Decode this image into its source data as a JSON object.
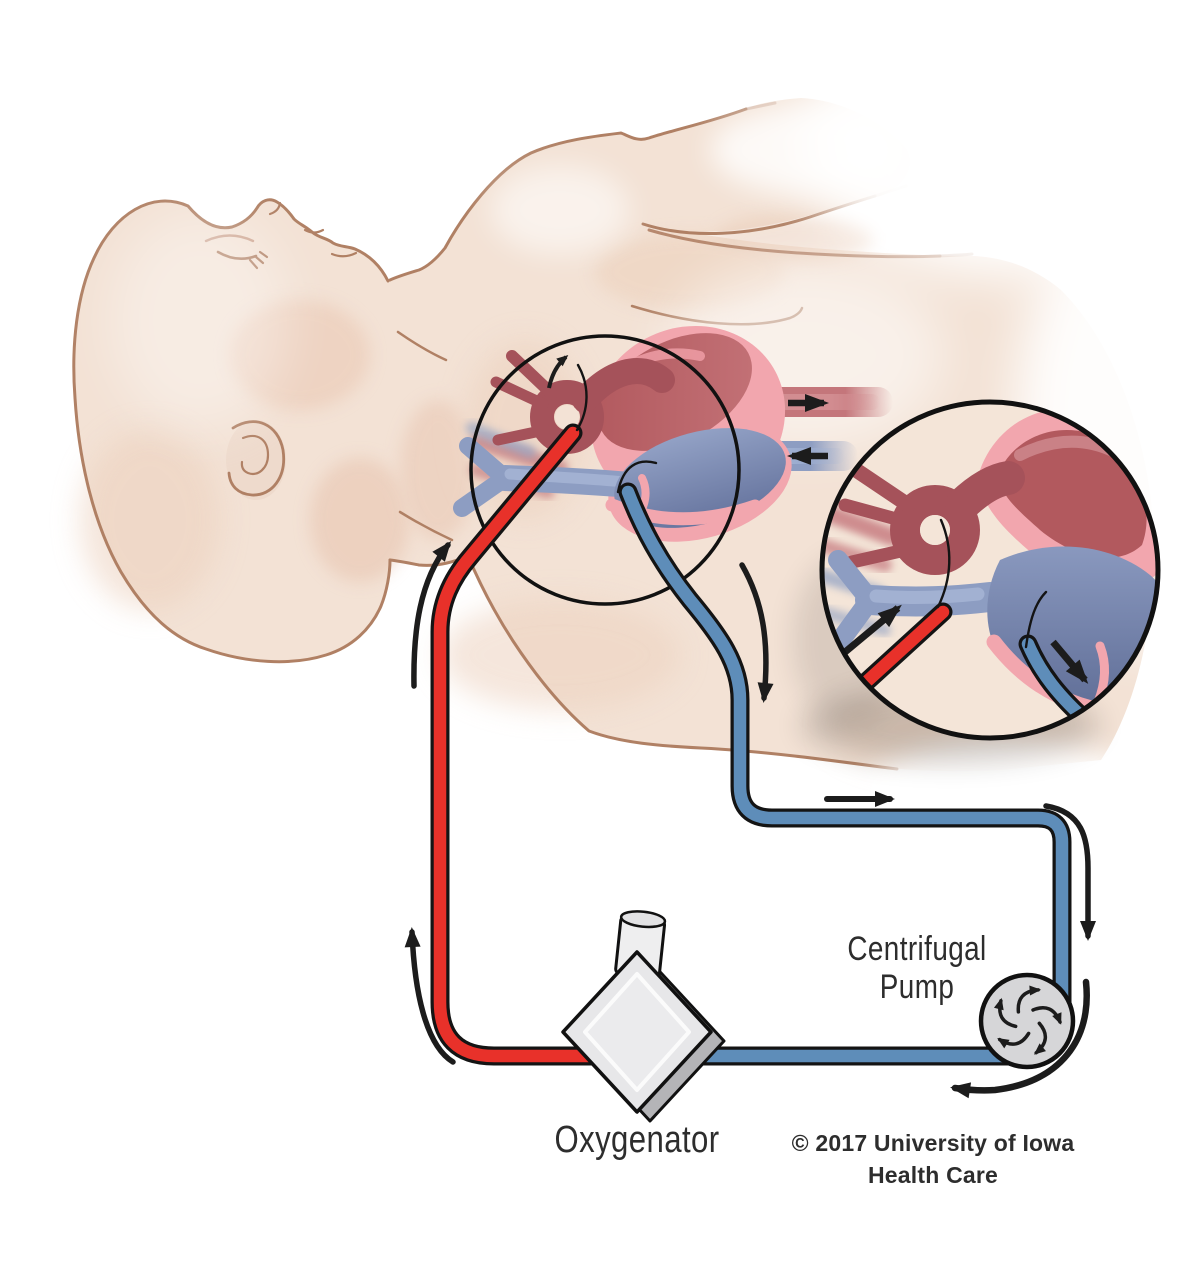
{
  "diagram": {
    "type": "medical-illustration",
    "labels": {
      "pump_line1": "Centrifugal",
      "pump_line2": "Pump",
      "oxygenator": "Oxygenator",
      "copyright_line1": "© 2017 University of Iowa",
      "copyright_line2": "Health Care"
    },
    "colors": {
      "background": "#ffffff",
      "skin": "#f3e2d5",
      "skin_outline": "#b08064",
      "tube_red": "#e8312a",
      "tube_blue": "#5e8db9",
      "tube_outline": "#141414",
      "artery_dark": "#a5525a",
      "artery_mid": "#b2595e",
      "heart_pink": "#f2a6ae",
      "vein_blue": "#8d9dc2",
      "vein_dark": "#67759f",
      "device_gray": "#d6d6d8",
      "device_gray_dark": "#b4b4b7",
      "device_gray_light": "#e7e7e9",
      "arrow_black": "#1c1c1c",
      "text_dark": "#2d2d2d"
    },
    "icons": {
      "pump_impeller_icon": "circle with five swirling curved arrows",
      "flow_arrow_icon": "black directional arrow",
      "magnifier_circle_icon": "enlarged detail circle of neck vessels"
    }
  }
}
